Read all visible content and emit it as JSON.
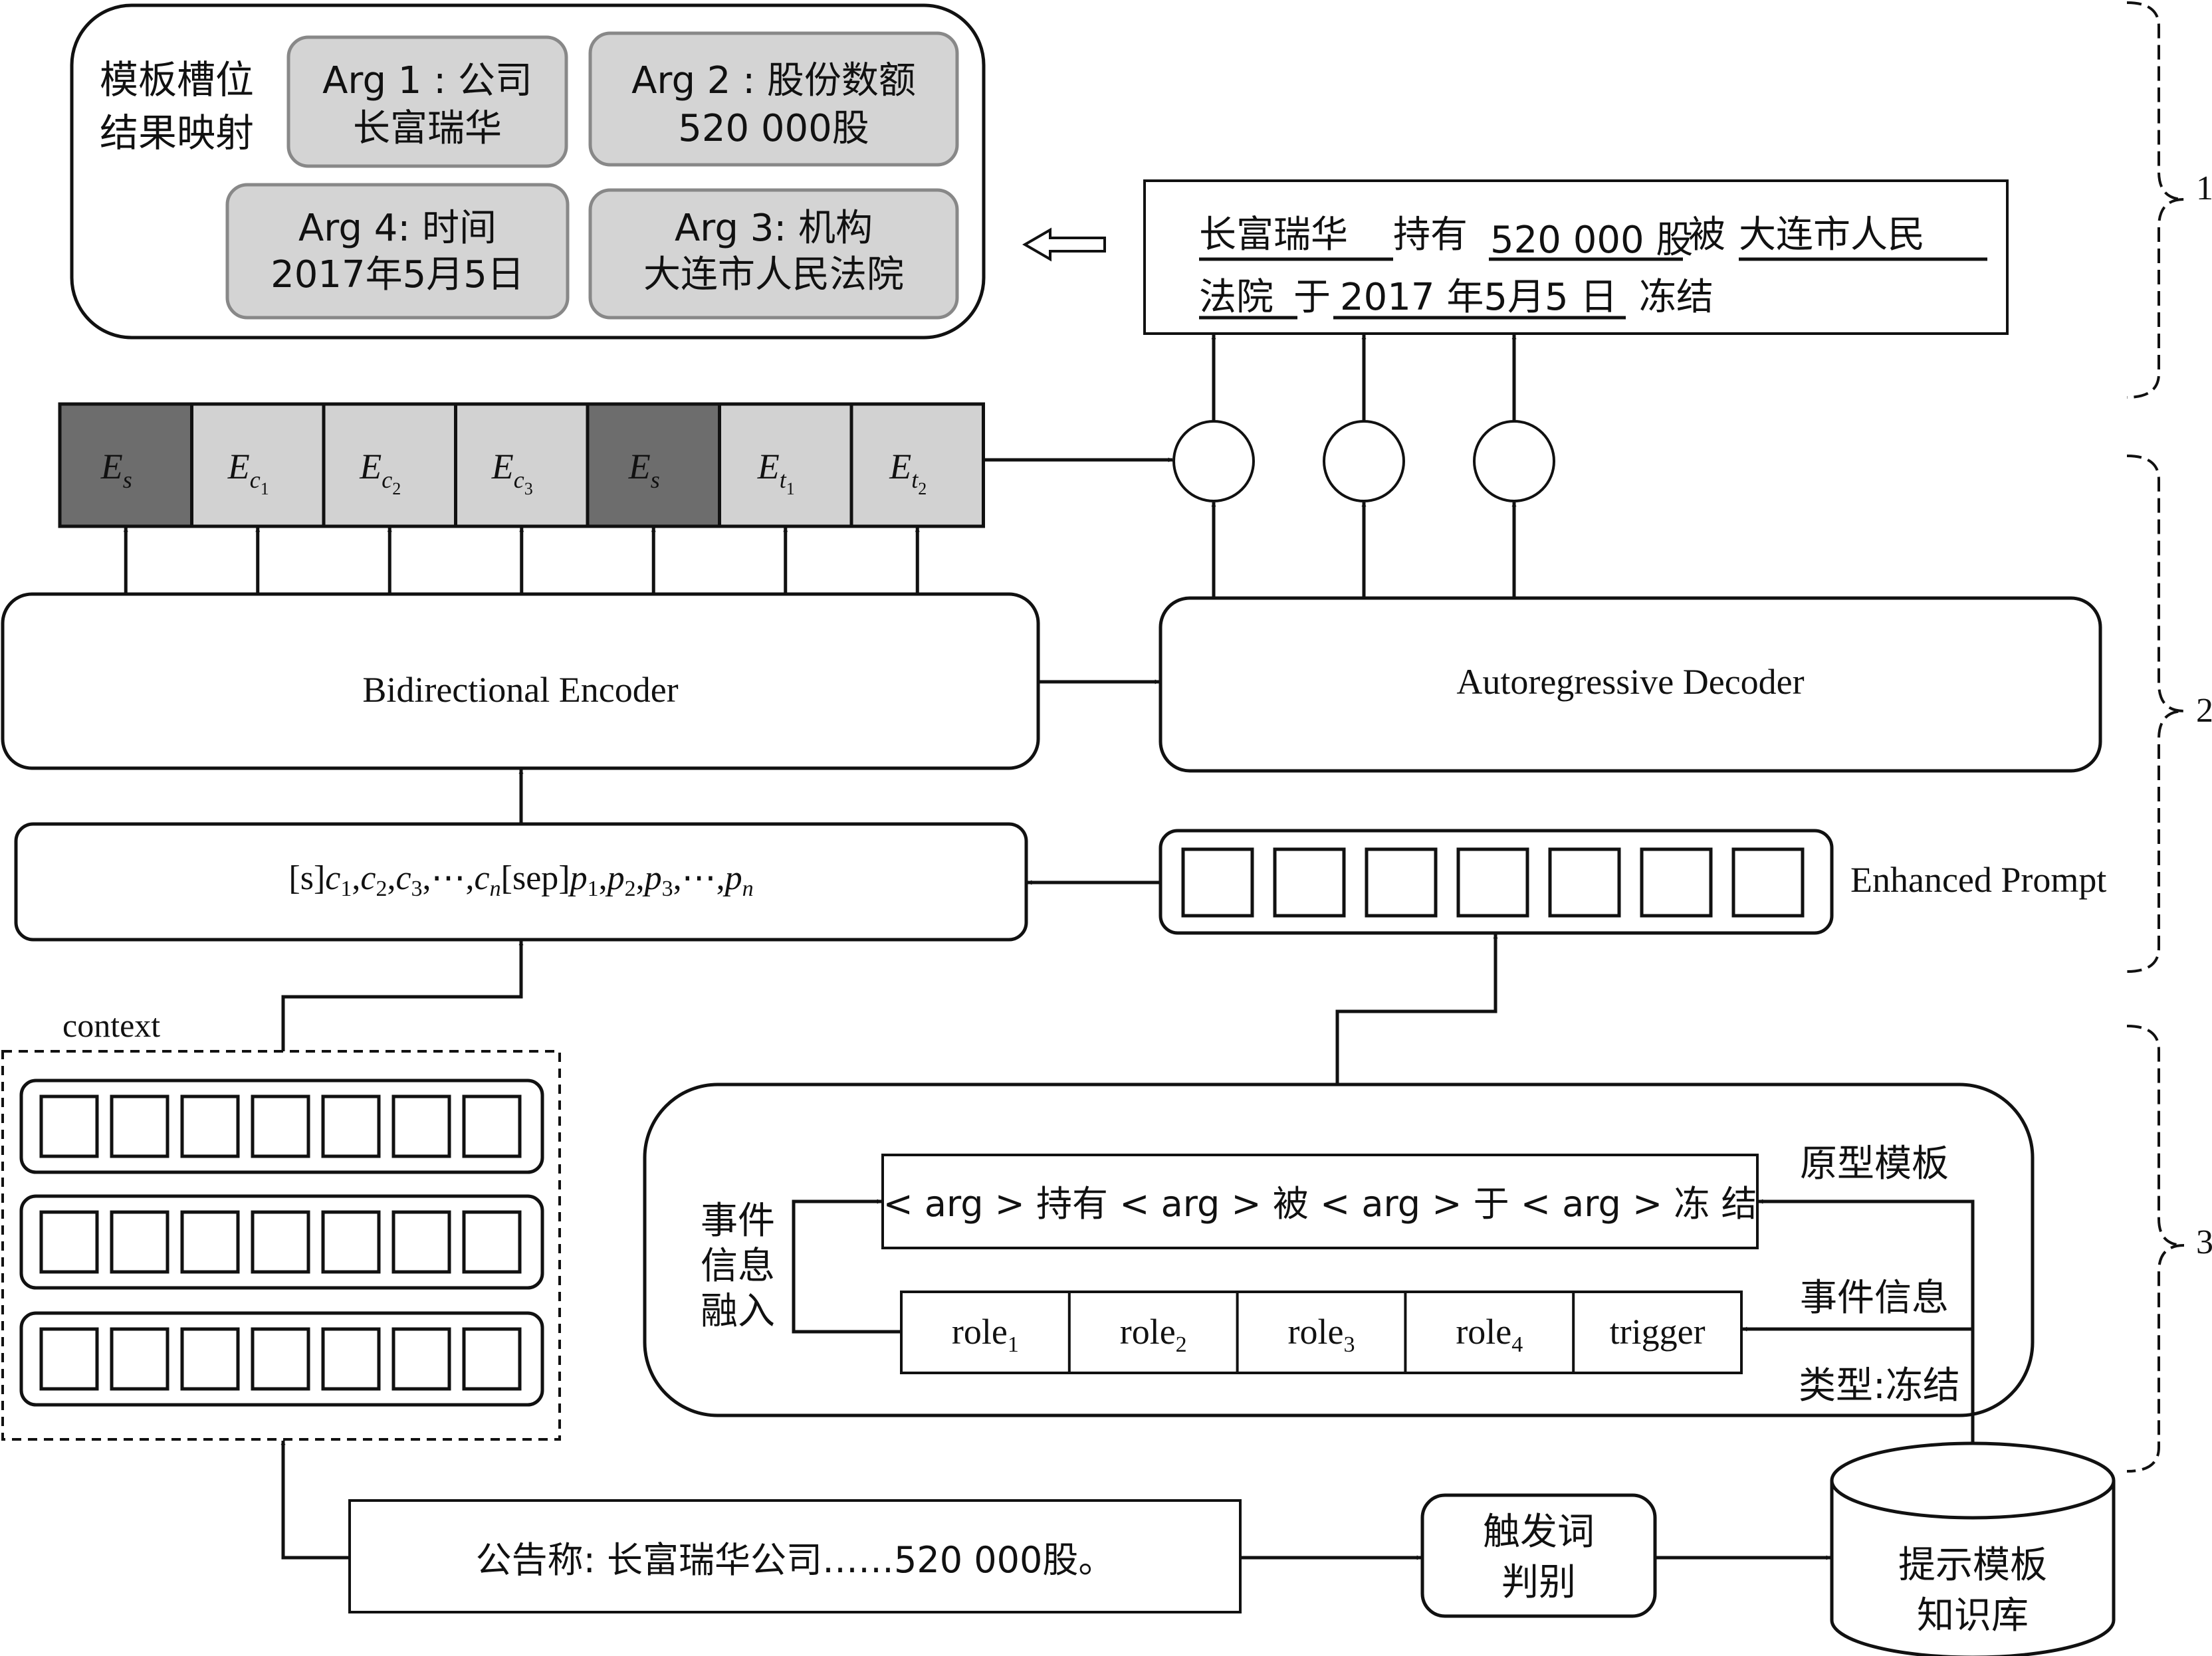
{
  "slot_mapping": {
    "label_line1": "模板槽位",
    "label_line2": "结果映射",
    "args": [
      {
        "line1": "Arg 1 : 公司",
        "line2": "长富瑞华"
      },
      {
        "line1": "Arg 2 : 股份数额",
        "line2": "520 000股"
      },
      {
        "line1": "Arg 4: 时间",
        "line2": "2017年5月5日"
      },
      {
        "line1": "Arg 3: 机构",
        "line2": "大连市人民法院"
      }
    ]
  },
  "output_sentence": {
    "line1": [
      "长富瑞华",
      "持有",
      "520 000 股",
      "被",
      "大连市人民"
    ],
    "line2": [
      "法院",
      "于",
      "2017 年5月5 日",
      "冻结"
    ]
  },
  "embeddings": [
    {
      "base": "E",
      "sub": "s",
      "sub2": ""
    },
    {
      "base": "E",
      "sub": "c",
      "sub2": "1"
    },
    {
      "base": "E",
      "sub": "c",
      "sub2": "2"
    },
    {
      "base": "E",
      "sub": "c",
      "sub2": "3"
    },
    {
      "base": "E",
      "sub": "s",
      "sub2": ""
    },
    {
      "base": "E",
      "sub": "t",
      "sub2": "1"
    },
    {
      "base": "E",
      "sub": "t",
      "sub2": "2"
    }
  ],
  "encoder_label": "Bidirectional Encoder",
  "decoder_label": "Autoregressive Decoder",
  "input_sequence": "[s]c1,c2,c3,⋯,cn[sep]p1,p2,p3,⋯,pn",
  "enhanced_prompt_label": "Enhanced Prompt",
  "context_label": "context",
  "template_section": {
    "prototype_label": "原型模板",
    "template_text": "< arg > 持有 < arg > 被 < arg > 于 < arg > 冻 结",
    "event_info_label": "事件信息",
    "event_fusion_lines": [
      "事件",
      "信息",
      "融入"
    ],
    "roles": [
      {
        "name": "role",
        "sub": "1"
      },
      {
        "name": "role",
        "sub": "2"
      },
      {
        "name": "role",
        "sub": "3"
      },
      {
        "name": "role",
        "sub": "4"
      },
      {
        "name": "trigger",
        "sub": ""
      }
    ],
    "type_label": "类型:冻结"
  },
  "announcement_text": "公告称: 长富瑞华公司……520 000股。",
  "trigger_box": [
    "触发词",
    "判别"
  ],
  "knowledge_base": [
    "提示模板",
    "知识库"
  ],
  "brackets": [
    "1",
    "2",
    "3"
  ],
  "colors": {
    "dark_cell": "#6d6d6d",
    "light_cell": "#d2d2d2",
    "arg_fill": "#d4d4d4"
  }
}
